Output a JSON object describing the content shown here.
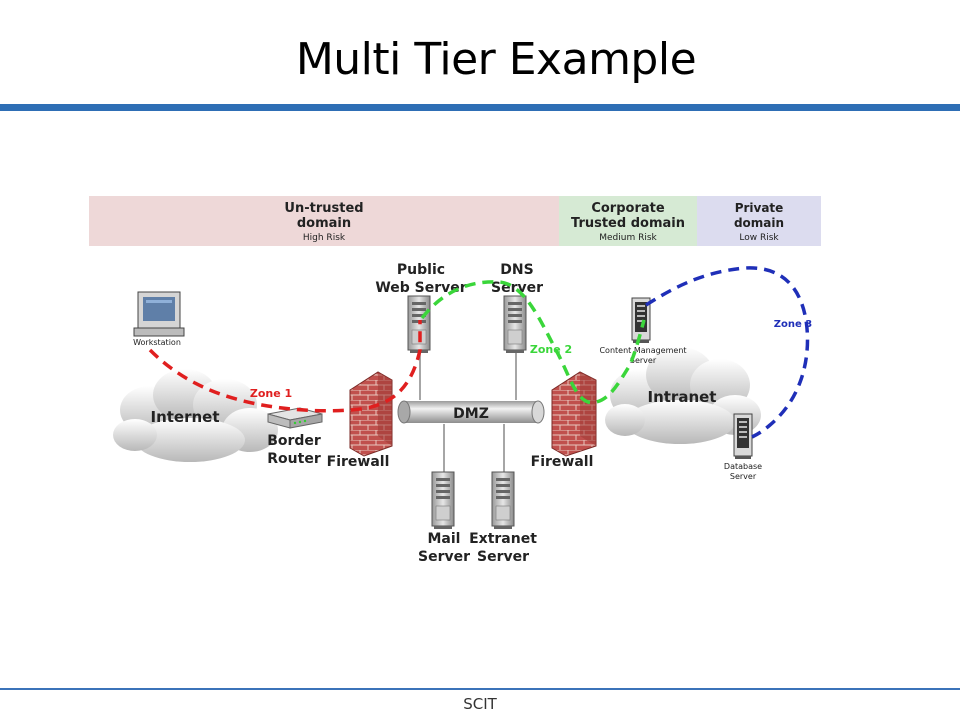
{
  "title": "Multi Tier Example",
  "footer": "SCIT",
  "domains": {
    "untrusted": {
      "line1": "Un-trusted",
      "line2": "domain",
      "risk": "High Risk",
      "color": "#eed8d8"
    },
    "corporate": {
      "line1": "Corporate",
      "line2": "Trusted domain",
      "risk": "Medium Risk",
      "color": "#d6ead4"
    },
    "private": {
      "line1": "Private",
      "line2": "domain",
      "risk": "Low Risk",
      "color": "#dcdcef"
    }
  },
  "nodes": {
    "workstation": "Workstation",
    "internet": "Internet",
    "intranet": "Intranet",
    "border_router": {
      "line1": "Border",
      "line2": "Router"
    },
    "firewall_left": "Firewall",
    "firewall_right": "Firewall",
    "dmz": "DMZ",
    "public_web": {
      "line1": "Public",
      "line2": "Web Server"
    },
    "dns": {
      "line1": "DNS",
      "line2": "Server"
    },
    "mail": {
      "line1": "Mail",
      "line2": "Server"
    },
    "extranet": {
      "line1": "Extranet",
      "line2": "Server"
    },
    "cms": {
      "line1": "Content Management",
      "line2": "Server"
    },
    "database": {
      "line1": "Database",
      "line2": "Server"
    }
  },
  "zones": {
    "zone1": {
      "label": "Zone 1",
      "color": "#e01f1f"
    },
    "zone2": {
      "label": "Zone 2",
      "color": "#3ad63a"
    },
    "zone3": {
      "label": "Zone 3",
      "color": "#1f2fb8"
    }
  }
}
